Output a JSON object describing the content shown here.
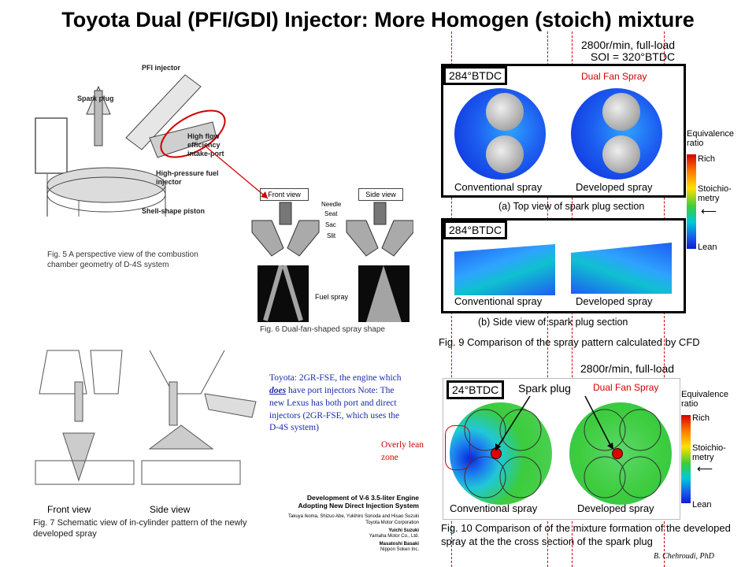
{
  "title": "Toyota Dual (PFI/GDI) Injector: More Homogen (stoich) mixture",
  "fig5": {
    "labels": {
      "pfi": "PFI injector",
      "spark": "Spark plug",
      "intake": "High flow efficiency intake-port",
      "hp": "High-pressure fuel injector",
      "piston": "Shell-shape piston"
    },
    "caption": "Fig. 5 A perspective view of the combustion chamber geometry of D-4S system"
  },
  "fig6": {
    "front": "Front view",
    "side": "Side view",
    "needle": "Needle",
    "seat": "Seat",
    "sac": "Sac",
    "slit": "Slit",
    "spray": "Fuel spray",
    "caption": "Fig. 6 Dual-fan-shaped spray shape"
  },
  "fig7": {
    "front": "Front view",
    "side": "Side view",
    "caption": "Fig. 7 Schematic view of in-cylinder pattern of the newly developed spray"
  },
  "note": {
    "pre": "Toyota: 2GR-FSE,  the engine which",
    "emph": "does",
    "post": "have port injectors Note:  The new Lexus  has both port and direct injectors (2GR-FSE, which uses the D-4S system)"
  },
  "paper": {
    "title": "Development of V-6 3.5-liter Engine Adopting New Direct Injection System",
    "authors": "Takuya Ikoma, Shizuo Abe, Yukihiro Sonoda and Hisao Suzuki",
    "aff1": "Toyota Motor Corporation",
    "author2": "Yuichi Suzuki",
    "aff2": "Yamaha Motor Co., Ltd.",
    "author3": "Masatoshi Basaki",
    "aff3": "Nippon Soken Inc."
  },
  "fig9": {
    "cond1": "2800r/min, full-load",
    "cond2": "SOI = 320°BTDC",
    "tag_top": "284°BTDC",
    "tag_side": "284°BTDC",
    "dual": "Dual Fan Spray",
    "conv": "Conventional spray",
    "dev": "Developed spray",
    "sub_a": "(a) Top view of spark plug section",
    "sub_b": "(b) Side view of spark plug section",
    "caption": "Fig. 9 Comparison of the spray pattern calculated by CFD",
    "legend": {
      "title": "Equivalence ratio",
      "rich": "Rich",
      "stoich": "Stoichio-metry",
      "lean": "Lean"
    }
  },
  "fig10": {
    "cond": "2800r/min, full-load",
    "tag": "24°BTDC",
    "spark": "Spark plug",
    "dual": "Dual Fan Spray",
    "lean_zone": "Overly lean zone",
    "conv": "Conventional spray",
    "dev": "Developed spray",
    "caption": "Fig. 10 Comparison of of the mixture formation of the developed spray at the the cross section of the spark plug",
    "legend": {
      "title": "Equivalence ratio",
      "rich": "Rich",
      "stoich": "Stoichio-metry",
      "lean": "Lean"
    }
  },
  "credit": "B. Chehroudi, PhD",
  "colors": {
    "accent_red": "#d10000",
    "note_blue": "#1a2aa8"
  }
}
